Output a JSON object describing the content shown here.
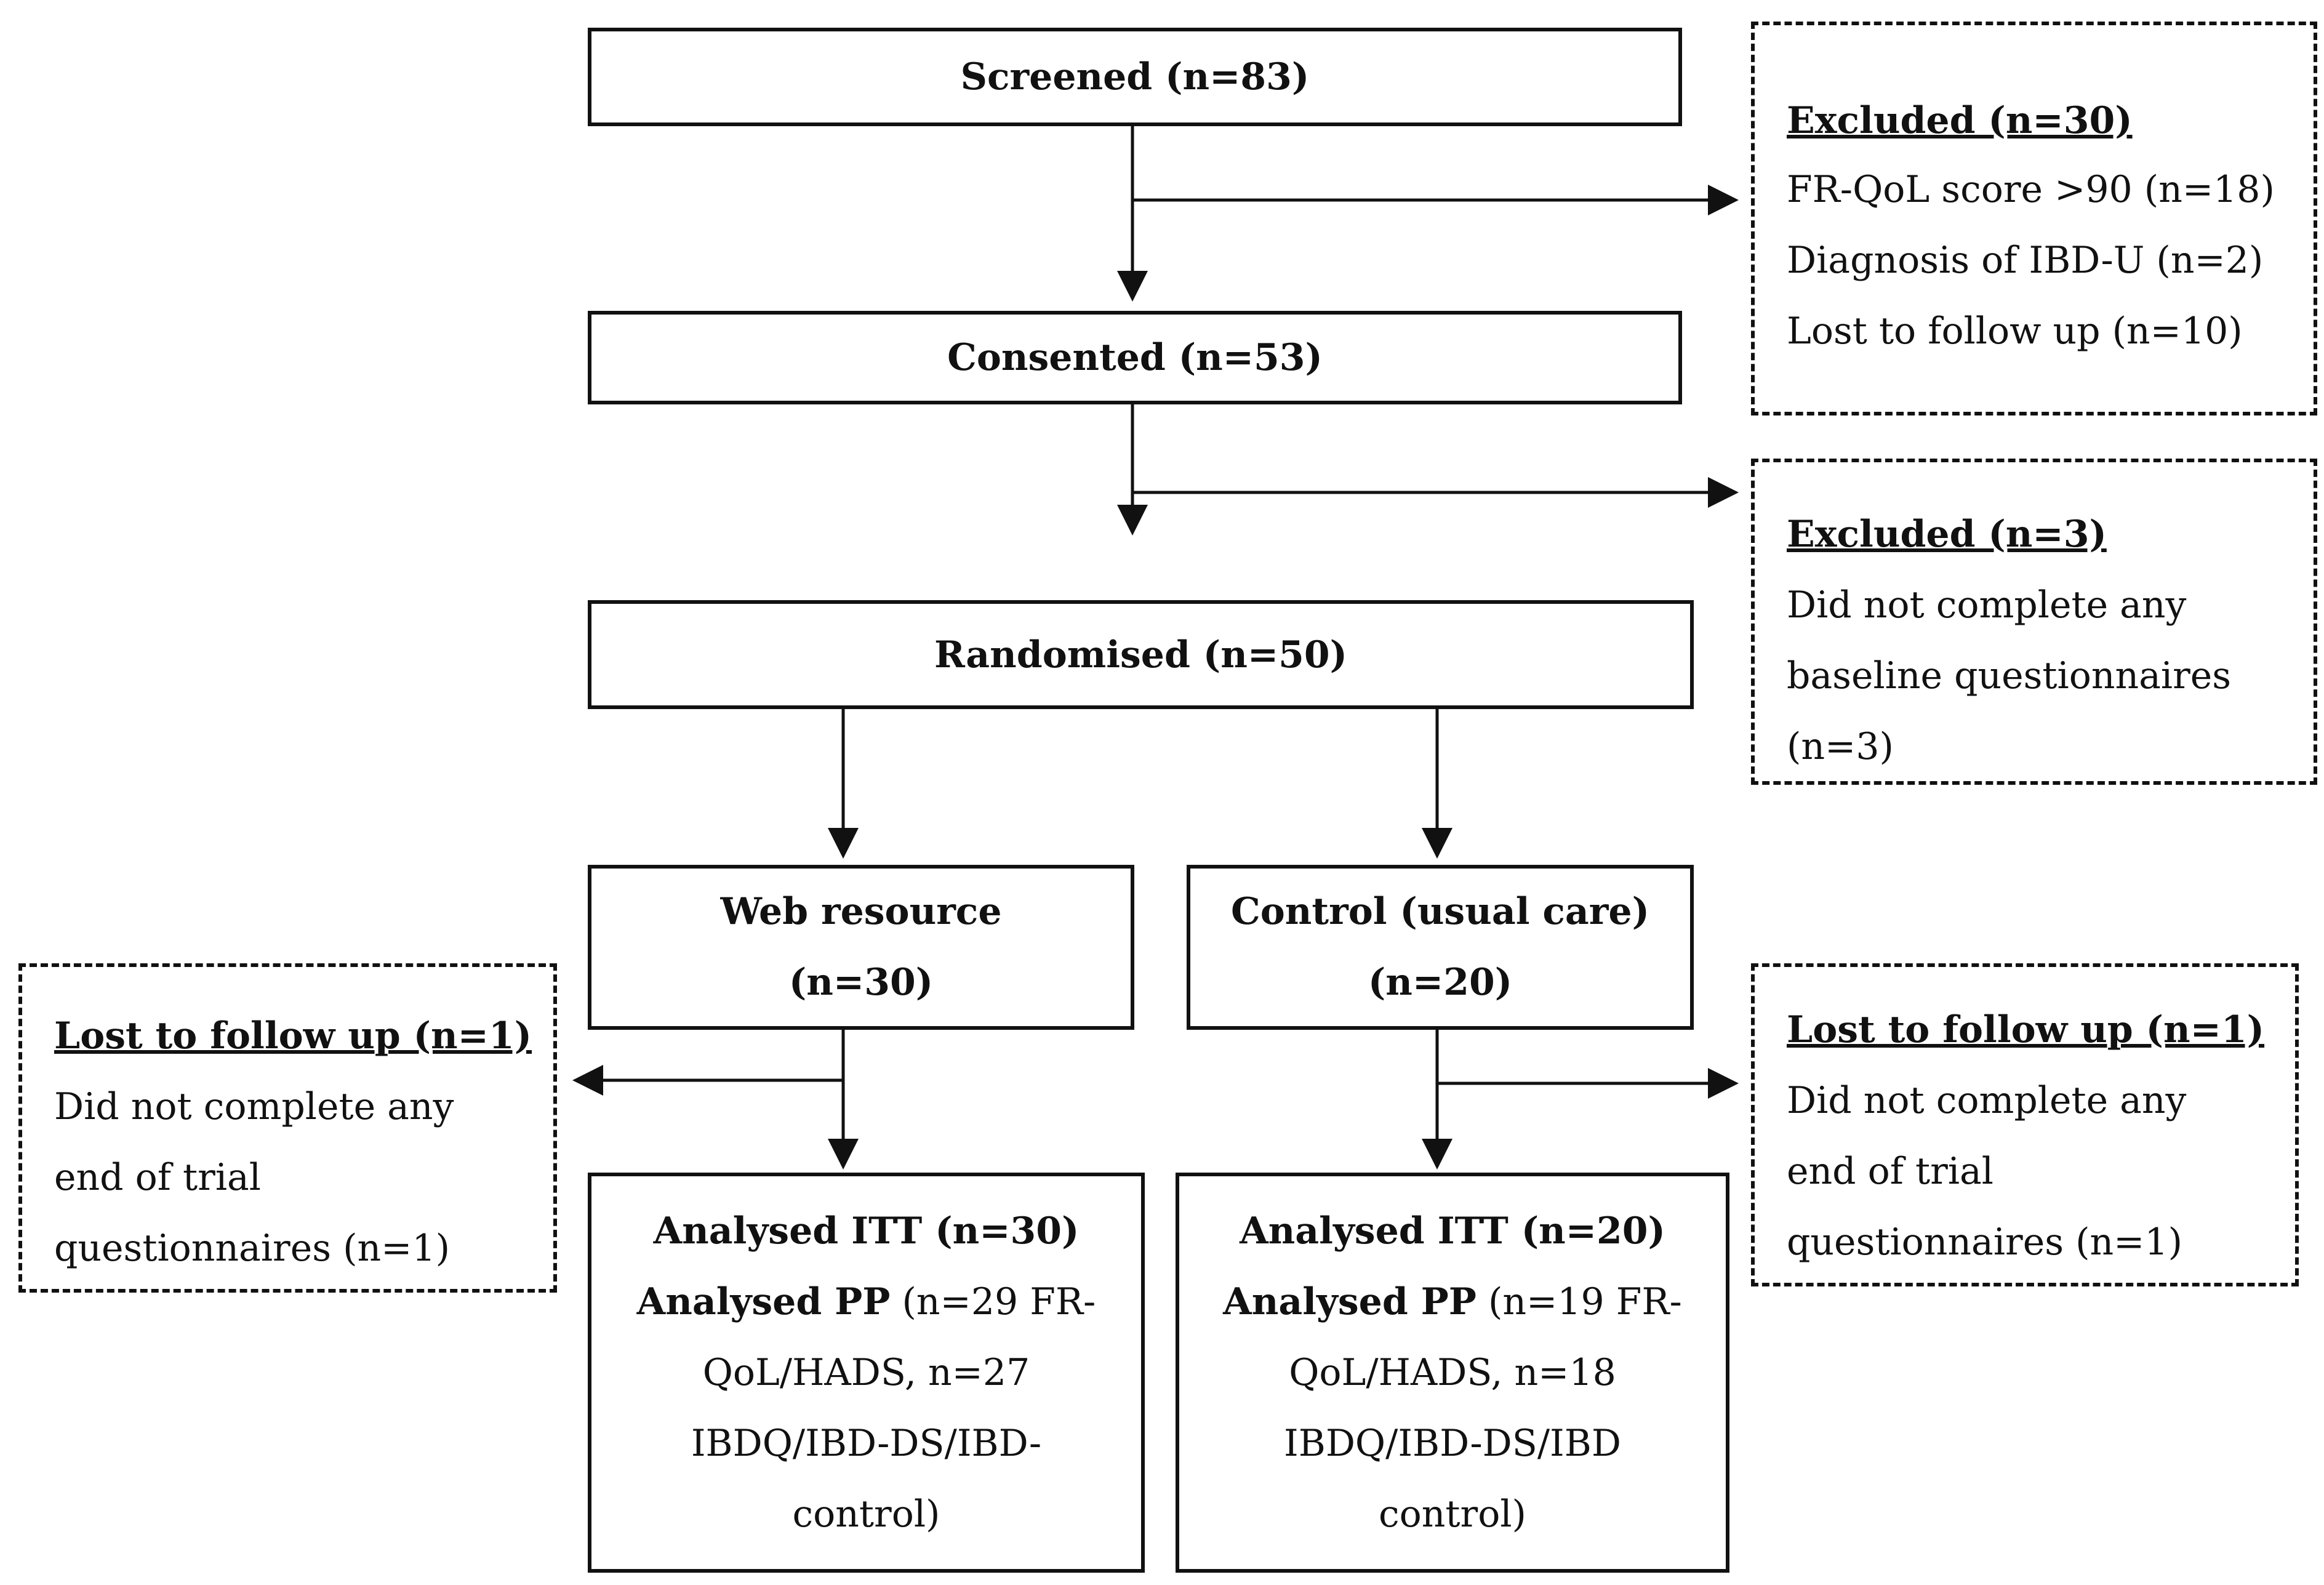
{
  "screened": {
    "label": "Screened (n=83)"
  },
  "consented": {
    "label": "Consented (n=53)"
  },
  "randomised": {
    "label": "Randomised (n=50)"
  },
  "excluded_1": {
    "title": "Excluded (n=30)",
    "items": [
      "FR-QoL score >90 (n=18)",
      "Diagnosis of IBD-U (n=2)",
      "Lost to follow up (n=10)"
    ]
  },
  "excluded_2": {
    "title": "Excluded (n=3)",
    "lines": [
      "Did not complete any",
      "baseline questionnaires",
      "(n=3)"
    ]
  },
  "web": {
    "title": "Web resource",
    "count": "(n=30)"
  },
  "control": {
    "title": "Control (usual care)",
    "count": "(n=20)"
  },
  "lost_left": {
    "title": "Lost to follow up (n=1)",
    "lines": [
      "Did not complete any",
      "end of trial",
      "questionnaires (n=1)"
    ]
  },
  "lost_right": {
    "title": "Lost to follow up (n=1)",
    "lines": [
      "Did not complete any",
      "end of trial",
      "questionnaires (n=1)"
    ]
  },
  "analysed_web": {
    "itt": "Analysed ITT (n=30)",
    "pp_label": "Analysed PP",
    "pp_rest": "(n=29 FR-",
    "lines": [
      "QoL/HADS,  n=27",
      "IBDQ/IBD-DS/IBD-",
      "control)"
    ]
  },
  "analysed_control": {
    "itt": "Analysed ITT (n=20)",
    "pp_label": "Analysed PP",
    "pp_rest": "(n=19 FR-",
    "lines": [
      "QoL/HADS,  n=18",
      "IBDQ/IBD-DS/IBD",
      "control)"
    ]
  }
}
